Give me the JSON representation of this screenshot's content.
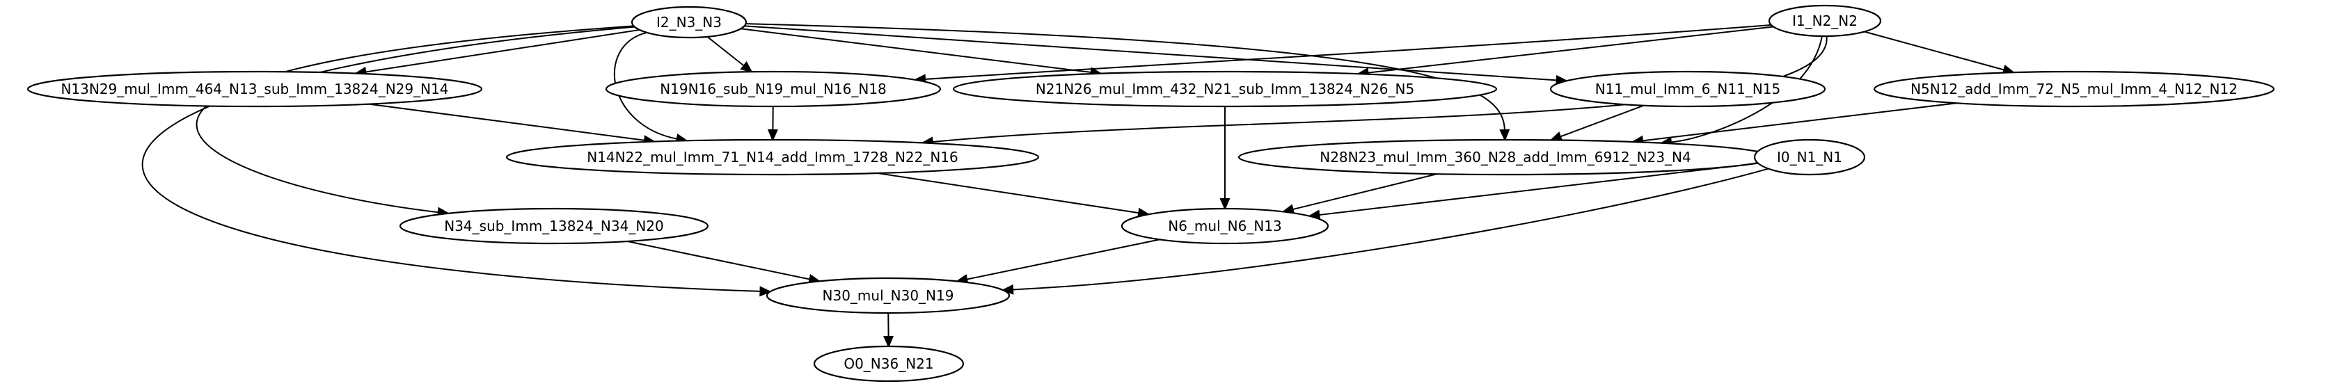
{
  "graph": {
    "nodes": [
      {
        "id": "I2_N3_N3",
        "label": "I2_N3_N3"
      },
      {
        "id": "I1_N2_N2",
        "label": "I1_N2_N2"
      },
      {
        "id": "N13N29",
        "label": "N13N29_mul_Imm_464_N13_sub_Imm_13824_N29_N14"
      },
      {
        "id": "N19N16",
        "label": "N19N16_sub_N19_mul_N16_N18"
      },
      {
        "id": "N21N26",
        "label": "N21N26_mul_Imm_432_N21_sub_Imm_13824_N26_N5"
      },
      {
        "id": "N11",
        "label": "N11_mul_Imm_6_N11_N15"
      },
      {
        "id": "N5N12",
        "label": "N5N12_add_Imm_72_N5_mul_Imm_4_N12_N12"
      },
      {
        "id": "N14N22",
        "label": "N14N22_mul_Imm_71_N14_add_Imm_1728_N22_N16"
      },
      {
        "id": "N28N23",
        "label": "N28N23_mul_Imm_360_N28_add_Imm_6912_N23_N4"
      },
      {
        "id": "I0_N1_N1",
        "label": "I0_N1_N1"
      },
      {
        "id": "N34",
        "label": "N34_sub_Imm_13824_N34_N20"
      },
      {
        "id": "N6",
        "label": "N6_mul_N6_N13"
      },
      {
        "id": "N30",
        "label": "N30_mul_N30_N19"
      },
      {
        "id": "O0",
        "label": "O0_N36_N21"
      }
    ],
    "edges": [
      {
        "from": "I2_N3_N3",
        "to": "N13N29"
      },
      {
        "from": "I2_N3_N3",
        "to": "N19N16"
      },
      {
        "from": "I2_N3_N3",
        "to": "N21N26"
      },
      {
        "from": "I2_N3_N3",
        "to": "N11"
      },
      {
        "from": "I2_N3_N3",
        "to": "N14N22"
      },
      {
        "from": "I2_N3_N3",
        "to": "N28N23"
      },
      {
        "from": "I2_N3_N3",
        "to": "N34"
      },
      {
        "from": "I2_N3_N3",
        "to": "N30"
      },
      {
        "from": "I1_N2_N2",
        "to": "N19N16"
      },
      {
        "from": "I1_N2_N2",
        "to": "N21N26"
      },
      {
        "from": "I1_N2_N2",
        "to": "N5N12"
      },
      {
        "from": "I1_N2_N2",
        "to": "N14N22"
      },
      {
        "from": "I1_N2_N2",
        "to": "N28N23"
      },
      {
        "from": "N13N29",
        "to": "N14N22"
      },
      {
        "from": "N19N16",
        "to": "N14N22"
      },
      {
        "from": "N21N26",
        "to": "N6"
      },
      {
        "from": "N11",
        "to": "N28N23"
      },
      {
        "from": "N5N12",
        "to": "N28N23"
      },
      {
        "from": "N14N22",
        "to": "N6"
      },
      {
        "from": "N28N23",
        "to": "N6"
      },
      {
        "from": "I0_N1_N1",
        "to": "N6"
      },
      {
        "from": "I0_N1_N1",
        "to": "N30"
      },
      {
        "from": "N34",
        "to": "N30"
      },
      {
        "from": "N6",
        "to": "N30"
      },
      {
        "from": "N30",
        "to": "O0"
      }
    ]
  }
}
